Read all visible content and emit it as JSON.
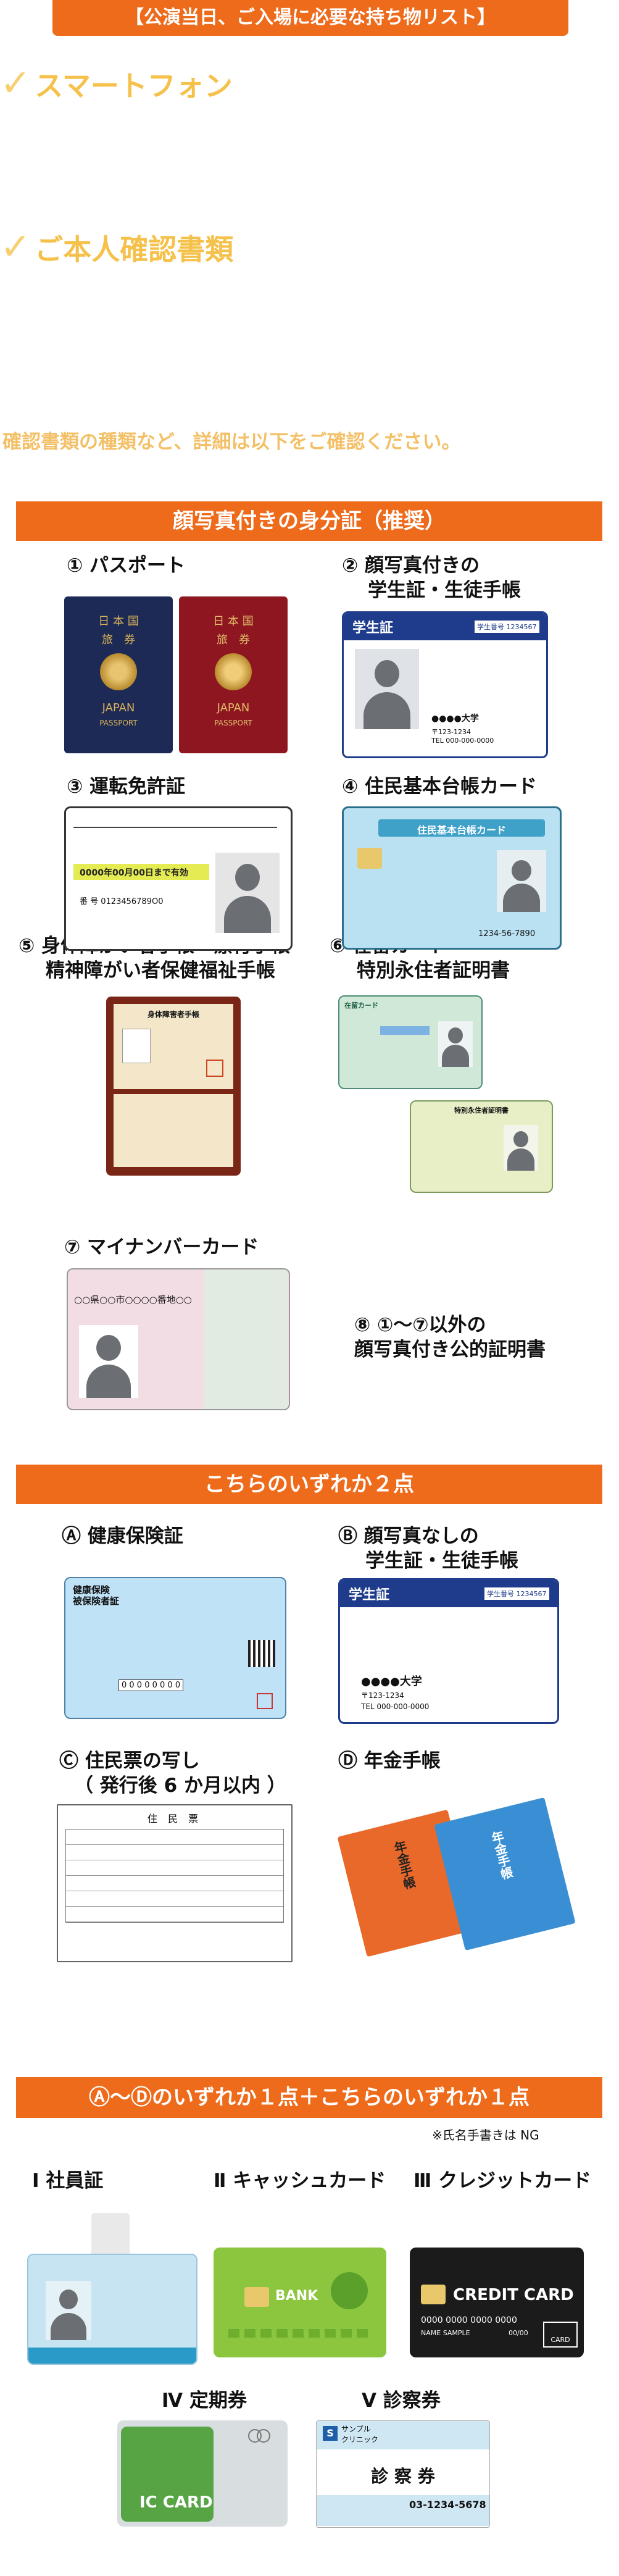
{
  "top_banner": "【公演当日、ご入場に必要な持ち物リスト】",
  "item1": "スマートフォン",
  "item2": "ご本人確認書類",
  "check_mark": "✓",
  "note": "確認書類の種類など、詳細は以下をご確認ください。",
  "section1": {
    "title": "顔写真付きの身分証（推奨）",
    "items": [
      "① パスポート",
      "② 顔写真付きの",
      "学生証・生徒手帳",
      "③ 運転免許証",
      "④ 住民基本台帳カード",
      "⑤ 身体障がい者手帳・療育手帳",
      "精神障がい者保健福祉手帳",
      "⑥ 在留カード",
      "特別永住者証明書",
      "⑦ マイナンバーカード",
      "⑧ ①〜⑦以外の",
      "顔写真付き公的証明書"
    ]
  },
  "section2": {
    "title": "こちらのいずれか２点",
    "items": [
      "Ⓐ 健康保険証",
      "Ⓑ 顔写真なしの",
      "学生証・生徒手帳",
      "Ⓒ 住民票の写し",
      "（ 発行後 6 か月以内 ）",
      "Ⓓ 年金手帳"
    ]
  },
  "section3": {
    "title": "Ⓐ〜Ⓓのいずれか１点＋こちらのいずれか１点",
    "note": "※氏名手書きは NG",
    "items": [
      "Ⅰ 社員証",
      "Ⅱ キャッシュカード",
      "Ⅲ クレジットカード",
      "Ⅳ 定期券",
      "Ⅴ 診察券"
    ]
  },
  "card_text": {
    "passport_country": "日 本 国",
    "passport_type": "旅　券",
    "passport_japan": "JAPAN",
    "passport_word": "PASSPORT",
    "student_card": "学生証",
    "student_no": "学生番号  1234567",
    "univ": "●●●●大学",
    "address": "〒123-1234",
    "tel": "TEL 000-000-0000",
    "juki_title": "住民基本台帳カード",
    "juki_tel": "1234-56-7890",
    "dl_date": "0000年00月00日まで有効",
    "dl_number": "番 号  0123456789O0",
    "shogai_title": "身体障害者手帳",
    "zairyu_title": "在留カード",
    "tokubetsu_title": "特別永住者証明書",
    "mynumber_addr": "○○県○○市○○○○番地○○",
    "kenpo_title": "健康保険",
    "kenpo_sub": "被保険者証",
    "kenpo_number": "0 0 0 0 0 0 0 0",
    "juminhyo_title": "住 民 票",
    "nenkin": "年金手帳",
    "bank": "BANK",
    "credit": "CREDIT CARD",
    "credit_num": "0000 0000 0000 0000",
    "credit_name": "NAME SAMPLE",
    "credit_exp": "00/00",
    "credit_card_word": "CARD",
    "ic_card": "IC CARD",
    "clinic_name": "サンプル\nクリニック",
    "clinic_title": "診 察 券",
    "clinic_tel": "03-1234-5678"
  }
}
